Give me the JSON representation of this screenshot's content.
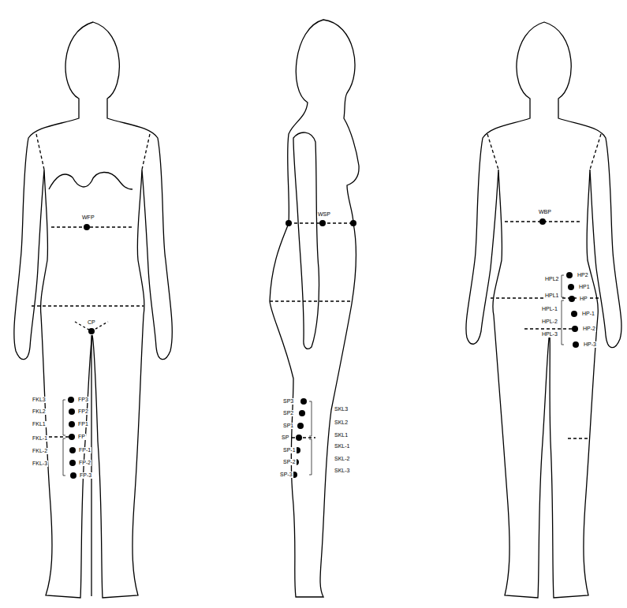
{
  "diagram": {
    "labels": [
      "WFP",
      "CP",
      "FKL3",
      "FKL2",
      "FKL1",
      "FKL-1",
      "FKL-2",
      "FKL-3",
      "FP3",
      "FP2",
      "FP1",
      "FP",
      "FP-1",
      "FP-2",
      "FP-3",
      "WSP",
      "SP3",
      "SP2",
      "SP1",
      "SP",
      "SP-1",
      "SP-2",
      "SP-3",
      "SKL3",
      "SKL2",
      "SKL1",
      "SKL-1",
      "SKL-2",
      "SKL-3",
      "WBP",
      "HPL2",
      "HPL1",
      "HPL-1",
      "HPL-2",
      "HPL-3",
      "HP2",
      "HP1",
      "HP",
      "HP-1",
      "HP-2",
      "HP-3"
    ]
  }
}
